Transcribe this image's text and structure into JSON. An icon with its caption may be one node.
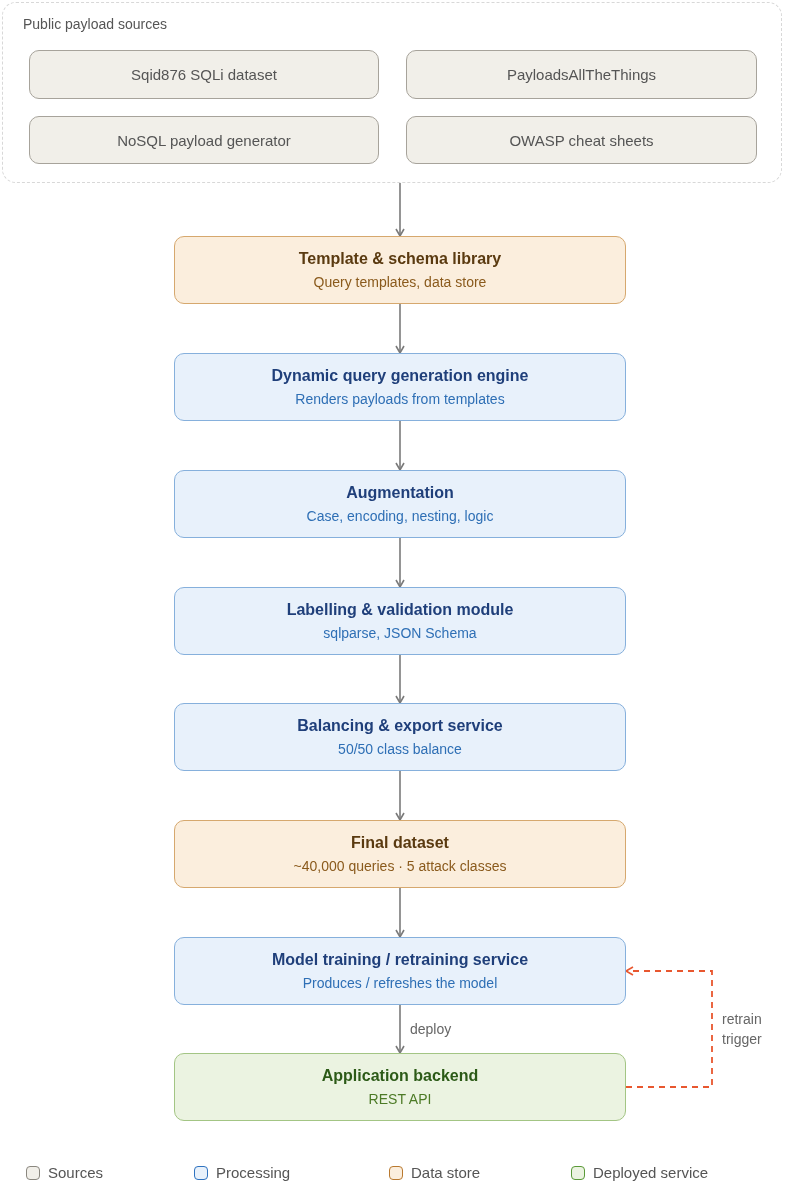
{
  "diagram": {
    "nodes": [
      {
        "text": [
          "Public payload sources"
        ]
      },
      {
        "text": [
          "Sqid876 SQLi dataset"
        ],
        "in": 0
      },
      {
        "text": [
          "PayloadsAllTheThings"
        ],
        "in": 0
      },
      {
        "text": [
          "NoSQL payload generator"
        ],
        "in": 0
      },
      {
        "text": [
          "OWASP cheat sheets"
        ],
        "in": 0
      },
      {
        "text": [
          "Template & schema library",
          "Query templates, data store"
        ]
      },
      {
        "text": [
          "Dynamic query generation engine",
          "Renders payloads from templates"
        ]
      },
      {
        "text": [
          "Augmentation",
          "Case, encoding, nesting, logic"
        ]
      },
      {
        "text": [
          "Labelling & validation module",
          "sqlparse, JSON Schema"
        ]
      },
      {
        "text": [
          "Balancing & export service",
          "50/50 class balance"
        ]
      },
      {
        "text": [
          "Final dataset",
          "~40,000 queries · 5 attack classes"
        ]
      },
      {
        "text": [
          "Model training / retraining service",
          "Produces / refreshes the model"
        ]
      },
      {
        "text": [
          "Application backend",
          "REST API"
        ]
      }
    ],
    "edges": [
      {
        "from": 0,
        "to": 5,
        "arrow": "to"
      },
      {
        "from": 5,
        "to": 6,
        "arrow": "to"
      },
      {
        "from": 6,
        "to": 7,
        "arrow": "to"
      },
      {
        "from": 7,
        "to": 8,
        "arrow": "to"
      },
      {
        "from": 8,
        "to": 9,
        "arrow": "to"
      },
      {
        "from": 9,
        "to": 10,
        "arrow": "to"
      },
      {
        "from": 10,
        "to": 11,
        "arrow": "to"
      },
      {
        "from": 11,
        "to": 12,
        "arrow": "to",
        "label": "deploy"
      },
      {
        "from": 12,
        "to": 11,
        "arrow": "to",
        "label": "retrain trigger",
        "style": "dashed",
        "color": "#e8572f"
      }
    ],
    "legend": [
      {
        "text": "Sources",
        "color": "#f1efe9"
      },
      {
        "text": "Processing",
        "color": "#e8f1fb"
      },
      {
        "text": "Data store",
        "color": "#fbeedd"
      },
      {
        "text": "Deployed service",
        "color": "#ebf3e1"
      }
    ]
  }
}
